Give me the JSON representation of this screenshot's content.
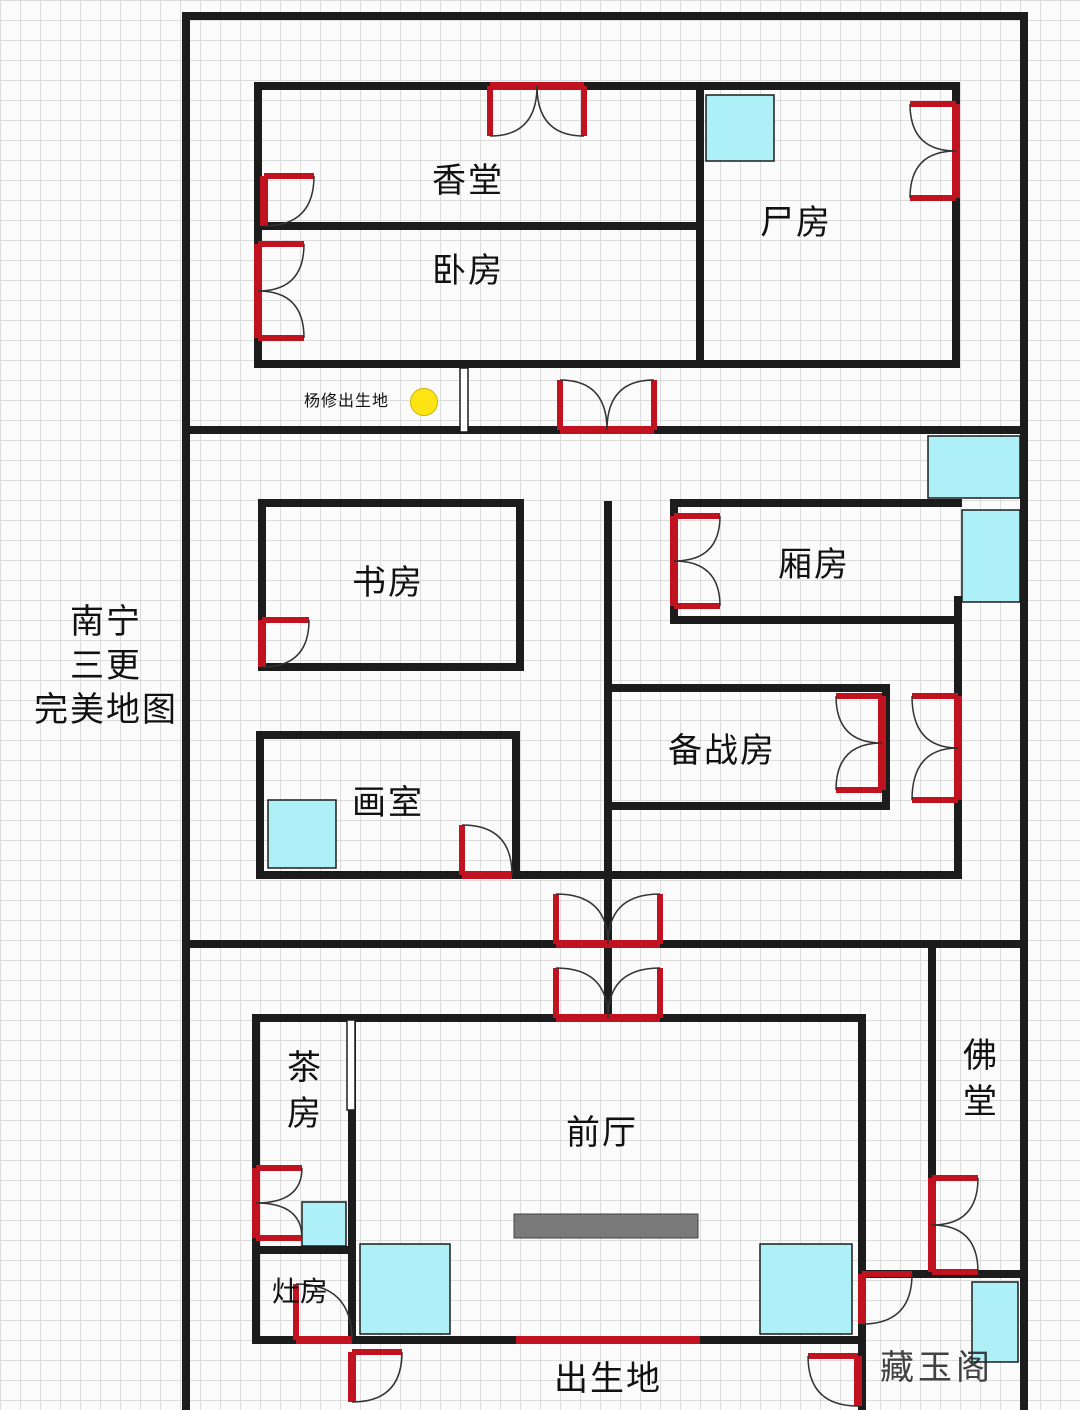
{
  "title_lines": [
    "南宁",
    "三更",
    "完美地图"
  ],
  "rooms": {
    "incense_hall": "香堂",
    "corpse_room": "尸房",
    "bedroom": "卧房",
    "study": "书房",
    "wing_room": "厢房",
    "war_prep_room": "备战房",
    "painting_room": "画室",
    "tea_room": "茶房",
    "front_hall": "前厅",
    "buddha_hall": "佛堂",
    "kitchen": "灶房"
  },
  "spawn_label": "出生地",
  "yang_xiu_spawn_label": "杨修出生地",
  "watermark": "藏玉阁",
  "colors": {
    "wall": "#1c1c1c",
    "door": "#c0121f",
    "box": "#aef0f7",
    "marker": "#ffe414",
    "altar": "#7a7a7a"
  }
}
